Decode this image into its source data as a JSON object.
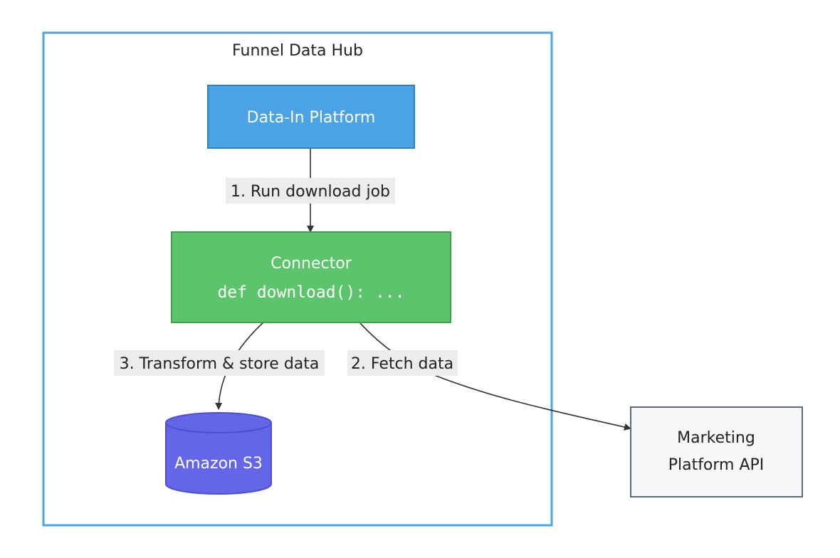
{
  "group": {
    "title": "Funnel Data Hub"
  },
  "nodes": {
    "data_in": {
      "label": "Data-In Platform"
    },
    "connector": {
      "title": "Connector",
      "code": "def download(): ..."
    },
    "s3": {
      "label": "Amazon S3"
    },
    "api": {
      "line1": "Marketing",
      "line2": "Platform API"
    }
  },
  "edges": {
    "run": "1. Run download job",
    "fetch": "2. Fetch data",
    "store": "3. Transform & store data"
  },
  "colors": {
    "group_border": "#4ea5e4",
    "data_in_fill": "#4aa3e4",
    "data_in_stroke": "#2f7fbf",
    "connector_fill": "#5cc46a",
    "connector_stroke": "#3da04d",
    "s3_fill": "#6366e8",
    "s3_stroke": "#4b4fd0",
    "api_fill": "#f5f7f9",
    "api_stroke": "#5d6b78",
    "edge": "#333333",
    "edge_label_bg": "#ececec"
  }
}
